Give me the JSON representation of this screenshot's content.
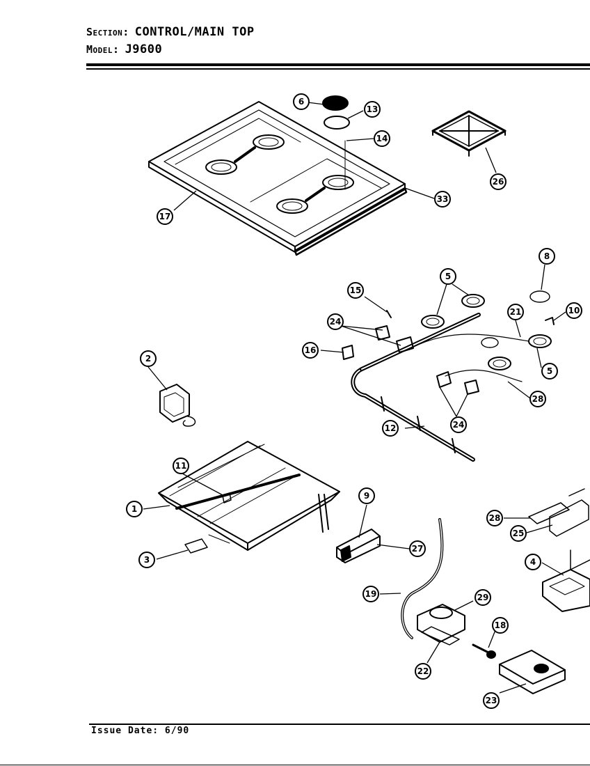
{
  "header": {
    "section_label": "Section:",
    "section_value": "CONTROL/MAIN TOP",
    "model_label": "Model:",
    "model_value": "J9600"
  },
  "footer": {
    "issue_label": "Issue Date:",
    "issue_value": "6/90"
  },
  "callouts": [
    "6",
    "13",
    "14",
    "26",
    "17",
    "33",
    "8",
    "5",
    "15",
    "24",
    "21",
    "10",
    "16",
    "5",
    "2",
    "28",
    "12",
    "24",
    "11",
    "9",
    "1",
    "28",
    "25",
    "3",
    "27",
    "4",
    "19",
    "29",
    "18",
    "22",
    "23"
  ]
}
